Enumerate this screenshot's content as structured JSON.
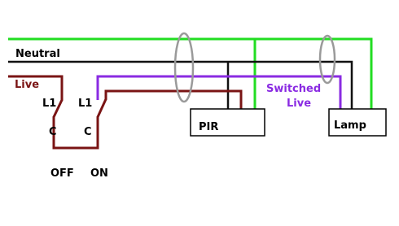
{
  "labels": {
    "neutral": "Neutral",
    "live": "Live",
    "l1_left": "L1",
    "l1_right": "L1",
    "c_left": "C",
    "c_right": "C",
    "off": "OFF",
    "on": "ON",
    "pir": "PIR",
    "switched_line1": "Switched",
    "switched_line2": "Live",
    "lamp": "Lamp"
  },
  "colors": {
    "earth": "#22dd22",
    "neutral": "#111111",
    "live": "#7a1414",
    "switched_live": "#8a2be2",
    "sleeve": "#9a9a9a",
    "box_border": "#000000",
    "text": "#000000"
  }
}
